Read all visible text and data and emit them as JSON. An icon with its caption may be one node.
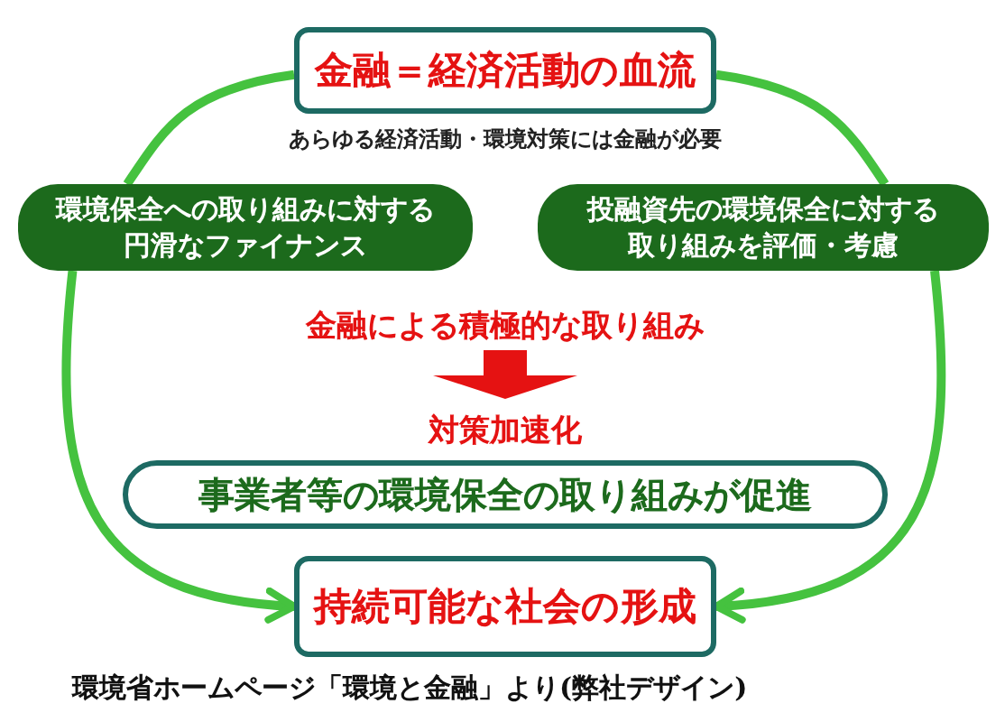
{
  "diagram": {
    "caption": "環境省ホームページ「環境と金融」より(弊社デザイン)",
    "nodes": [
      {
        "text": [
          "金融＝経済活動の血流"
        ],
        "beside": [
          "あらゆる経済活動・環境対策には金融が必要"
        ]
      },
      {
        "text": [
          "環境保全への取り組みに対する円滑なファイナンス"
        ]
      },
      {
        "text": [
          "投融資先の環境保全に対する取り組みを評価・考慮"
        ]
      },
      {
        "text": [
          "金融による積極的な取り組み"
        ]
      },
      {
        "text": [
          "対策加速化"
        ]
      },
      {
        "text": [
          "事業者等の環境保全の取り組みが促進"
        ]
      },
      {
        "text": [
          "持続可能な社会の形成"
        ]
      }
    ],
    "edges": [
      {
        "from": 0,
        "to": 1,
        "arrow": "none"
      },
      {
        "from": 0,
        "to": 2,
        "arrow": "none"
      },
      {
        "from": 1,
        "to": 6,
        "arrow": "to"
      },
      {
        "from": 2,
        "to": 6,
        "arrow": "to"
      },
      {
        "from": 3,
        "to": 4,
        "arrow": "to",
        "style": "thick",
        "color": "#e51212"
      }
    ]
  }
}
